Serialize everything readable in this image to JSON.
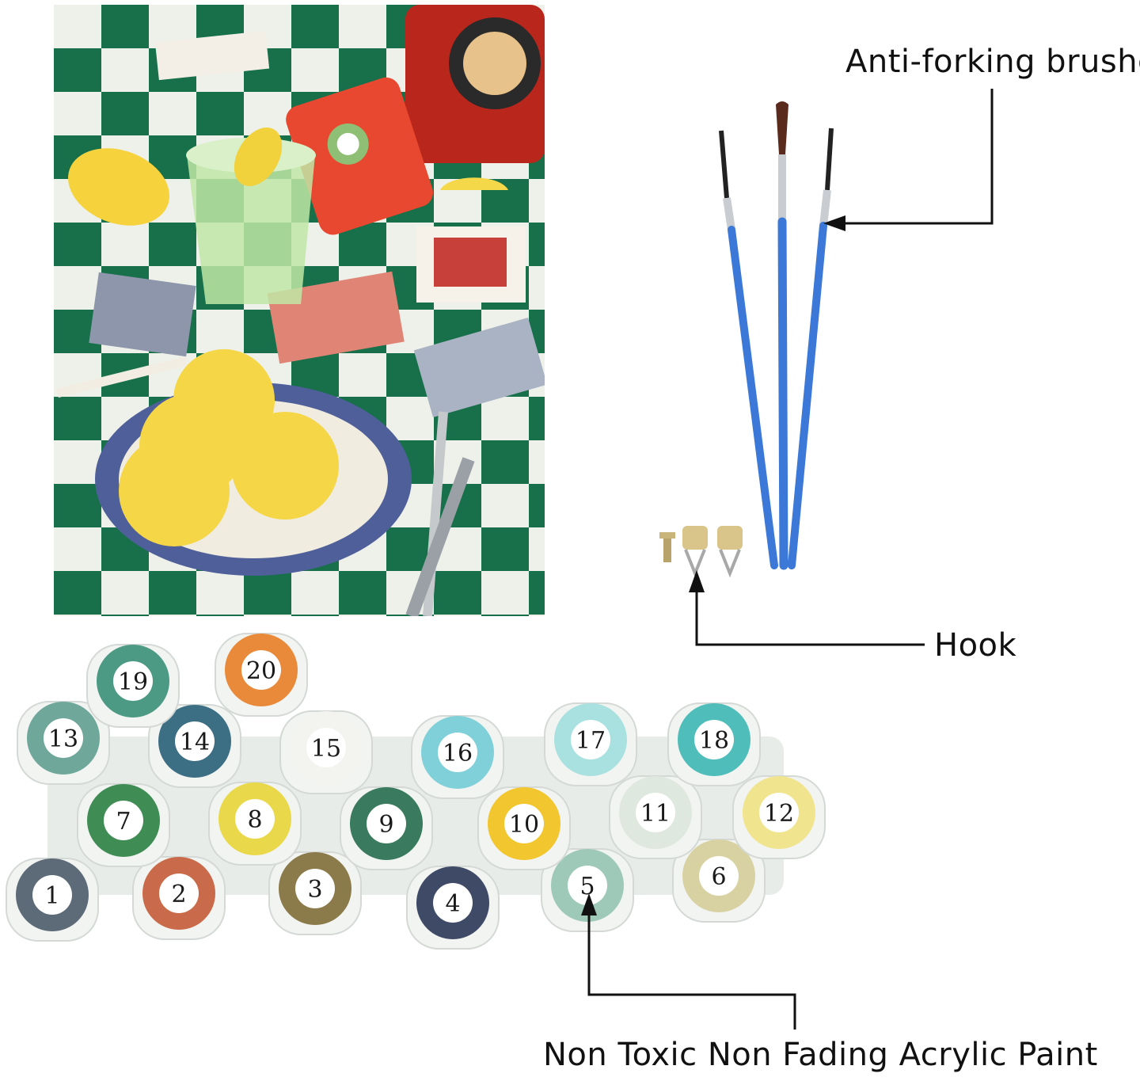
{
  "labels": {
    "brushes": "Anti-forking brushes",
    "hook": "Hook",
    "paint": "Non Toxic Non Fading Acrylic Paint"
  },
  "pots": [
    {
      "number": "1",
      "color": "#5d6a78"
    },
    {
      "number": "2",
      "color": "#c96a4a"
    },
    {
      "number": "3",
      "color": "#8c7b4a"
    },
    {
      "number": "4",
      "color": "#3f4a66"
    },
    {
      "number": "5",
      "color": "#9ec9b8"
    },
    {
      "number": "6",
      "color": "#d8d2a2"
    },
    {
      "number": "7",
      "color": "#3f8d55"
    },
    {
      "number": "8",
      "color": "#e9d94a"
    },
    {
      "number": "9",
      "color": "#3a7a5e"
    },
    {
      "number": "10",
      "color": "#f2c62e"
    },
    {
      "number": "11",
      "color": "#dfe8df"
    },
    {
      "number": "12",
      "color": "#f1e48e"
    },
    {
      "number": "13",
      "color": "#6fa79a"
    },
    {
      "number": "14",
      "color": "#3d6f84"
    },
    {
      "number": "15",
      "color": "#f3f3f0"
    },
    {
      "number": "16",
      "color": "#7fd0d8"
    },
    {
      "number": "17",
      "color": "#a9e1e0"
    },
    {
      "number": "18",
      "color": "#4fbdb9"
    },
    {
      "number": "19",
      "color": "#4d9a84"
    },
    {
      "number": "20",
      "color": "#e98a3a"
    }
  ],
  "colors": {
    "tablecloth_green": "#17704a",
    "tablecloth_white": "#eef1ea",
    "lemon": "#f6d23d",
    "phone_red": "#e8482f",
    "brush_blue": "#3b78d8"
  }
}
